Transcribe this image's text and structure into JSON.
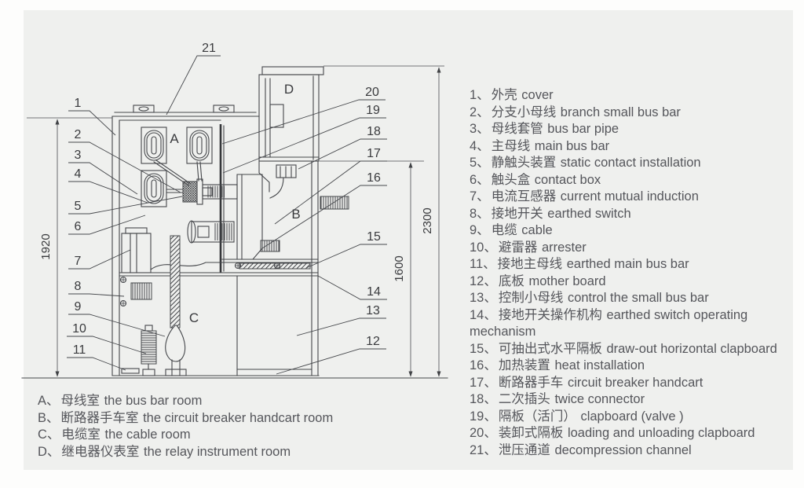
{
  "diagram": {
    "dims": {
      "h1920": "1920",
      "h1600": "1600",
      "h2300": "2300"
    },
    "callouts": {
      "c1": "1",
      "c2": "2",
      "c3": "3",
      "c4": "4",
      "c5": "5",
      "c6": "6",
      "c7": "7",
      "c8": "8",
      "c9": "9",
      "c10": "10",
      "c11": "11",
      "c12": "12",
      "c13": "13",
      "c14": "14",
      "c15": "15",
      "c16": "16",
      "c17": "17",
      "c18": "18",
      "c19": "19",
      "c20": "20",
      "c21": "21"
    },
    "rooms": {
      "a": "A",
      "b": "B",
      "c": "C",
      "d": "D"
    }
  },
  "legend": {
    "items": [
      {
        "num": "1",
        "zh": "外壳",
        "en": "cover"
      },
      {
        "num": "2",
        "zh": "分支小母线",
        "en": "branch small bus bar"
      },
      {
        "num": "3",
        "zh": "母线套管",
        "en": "bus bar pipe"
      },
      {
        "num": "4",
        "zh": "主母线",
        "en": "main bus bar"
      },
      {
        "num": "5",
        "zh": "静触头装置",
        "en": "static contact installation"
      },
      {
        "num": "6",
        "zh": "触头盒",
        "en": "contact box"
      },
      {
        "num": "7",
        "zh": "电流互感器",
        "en": "current mutual induction"
      },
      {
        "num": "8",
        "zh": "接地开关",
        "en": "earthed switch"
      },
      {
        "num": "9",
        "zh": "电缆",
        "en": "cable"
      },
      {
        "num": "10",
        "zh": "避雷器",
        "en": "arrester"
      },
      {
        "num": "11",
        "zh": "接地主母线",
        "en": "earthed main bus bar"
      },
      {
        "num": "12",
        "zh": "底板",
        "en": "mother board"
      },
      {
        "num": "13",
        "zh": "控制小母线",
        "en": "control the small bus bar"
      },
      {
        "num": "14",
        "zh": "接地开关操作机构",
        "en": "earthed switch operating mechanism"
      },
      {
        "num": "15",
        "zh": "可抽出式水平隔板",
        "en": "draw-out horizontal clapboard"
      },
      {
        "num": "16",
        "zh": "加热装置",
        "en": "heat installation"
      },
      {
        "num": "17",
        "zh": "断路器手车",
        "en": "circuit breaker handcart"
      },
      {
        "num": "18",
        "zh": "二次插头",
        "en": "twice connector"
      },
      {
        "num": "19",
        "zh": "隔板（活门）",
        "en": "clapboard (valve )"
      },
      {
        "num": "20",
        "zh": "装卸式隔板",
        "en": "loading and unloading clapboard"
      },
      {
        "num": "21",
        "zh": "泄压通道",
        "en": "decompression channel"
      }
    ]
  },
  "rooms": {
    "items": [
      {
        "num": "A",
        "zh": "母线室",
        "en": "the bus bar room"
      },
      {
        "num": "B",
        "zh": "断路器手车室",
        "en": "the circuit breaker handcart room"
      },
      {
        "num": "C",
        "zh": "电缆室",
        "en": "the cable room"
      },
      {
        "num": "D",
        "zh": "继电器仪表室",
        "en": "the relay instrument room"
      }
    ]
  }
}
